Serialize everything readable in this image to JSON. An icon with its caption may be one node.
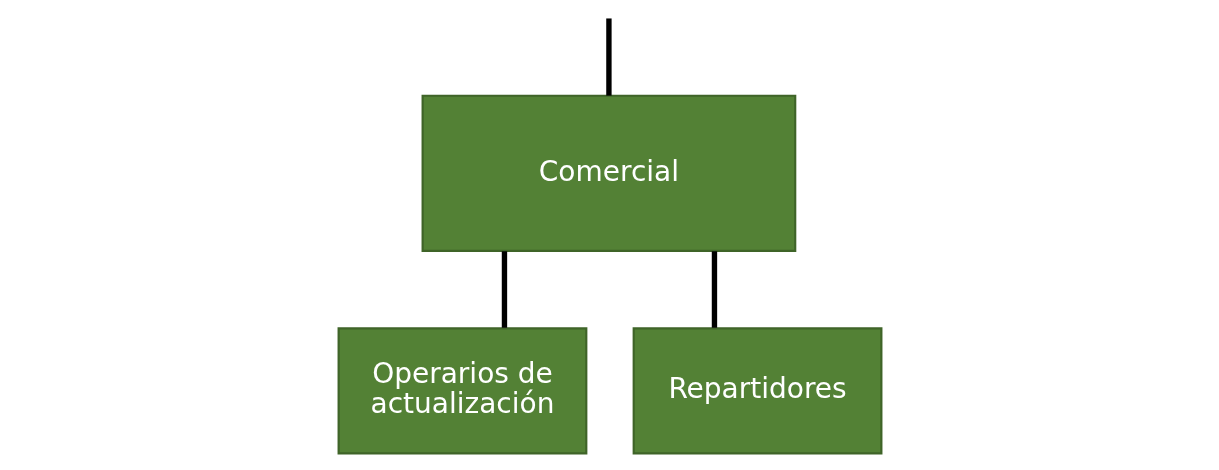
{
  "diagram": {
    "nodes": [
      {
        "text": [
          "Comercial"
        ]
      },
      {
        "text": [
          "Operarios de actualización"
        ]
      },
      {
        "text": [
          "Repartidores"
        ]
      }
    ],
    "edges": [
      {
        "from": null,
        "to": 0,
        "arrow": "none"
      },
      {
        "from": 0,
        "to": 1,
        "arrow": "none"
      },
      {
        "from": 0,
        "to": 2,
        "arrow": "none"
      }
    ]
  }
}
